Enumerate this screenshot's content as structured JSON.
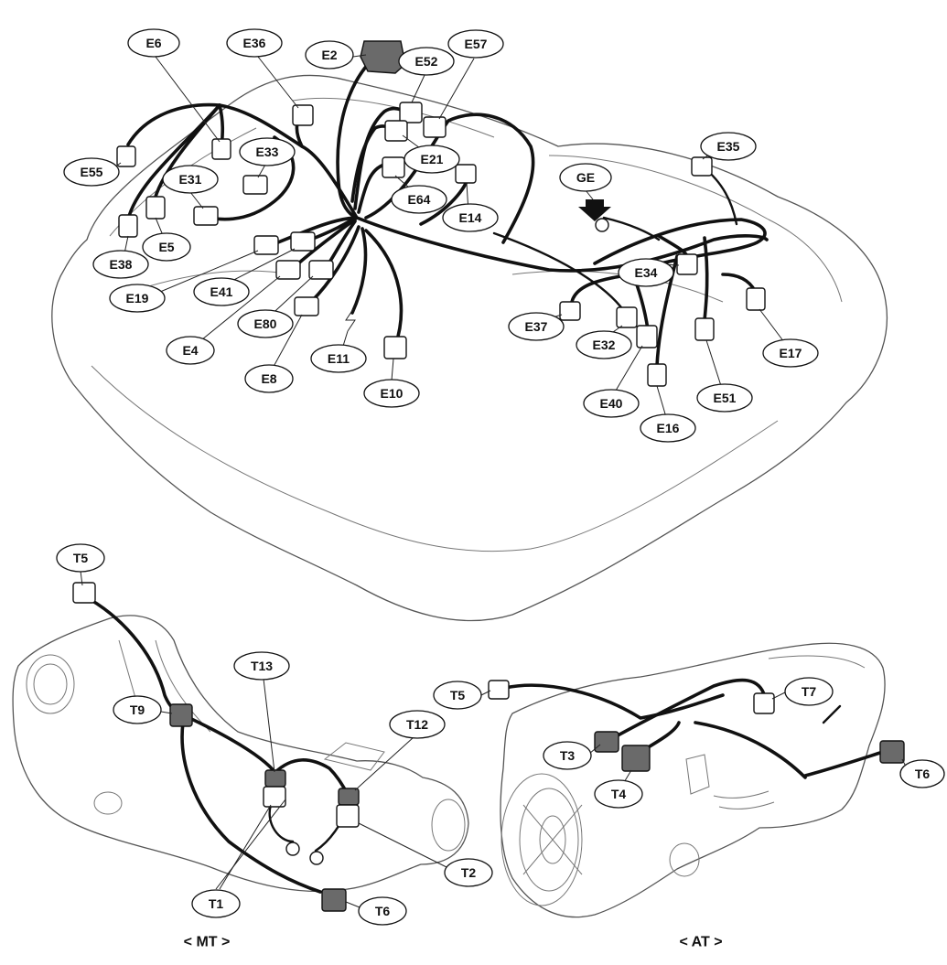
{
  "engine_labels": {
    "e6": "E6",
    "e36": "E36",
    "e2": "E2",
    "e52": "E52",
    "e57": "E57",
    "e55": "E55",
    "e33": "E33",
    "e31": "E31",
    "e21": "E21",
    "e64": "E64",
    "e14": "E14",
    "ge": "GE",
    "e35": "E35",
    "e38": "E38",
    "e5": "E5",
    "e19": "E19",
    "e41": "E41",
    "e4": "E4",
    "e80": "E80",
    "e8": "E8",
    "e11": "E11",
    "e10": "E10",
    "e34": "E34",
    "e37": "E37",
    "e32": "E32",
    "e17": "E17",
    "e40": "E40",
    "e51": "E51",
    "e16": "E16"
  },
  "mt_labels": {
    "t5": "T5",
    "t13": "T13",
    "t9": "T9",
    "t12": "T12",
    "t2": "T2",
    "t1": "T1",
    "t6": "T6"
  },
  "at_labels": {
    "t5": "T5",
    "t7": "T7",
    "t3": "T3",
    "t4": "T4",
    "t6": "T6"
  },
  "captions": {
    "mt": "< MT >",
    "at": "< AT >"
  }
}
